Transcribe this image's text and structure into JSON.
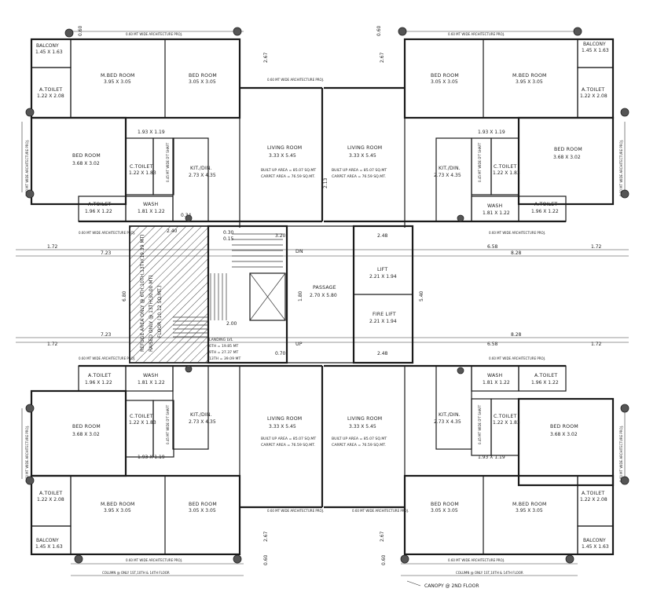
{
  "labels": {
    "balcony": "BALCONY",
    "balcony_size": "1.45 X 1.63",
    "m_bed": "M.BED ROOM",
    "m_bed_size": "3.95 X 3.05",
    "bed_small": "BED ROOM",
    "bed_small_size": "3.05 X 3.05",
    "a_toilet": "A.TOILET",
    "a_toilet_corner_size": "1.22 X 2.08",
    "bed_side": "BED ROOM",
    "bed_side_size": "3.68 X 3.02",
    "c_toilet": "C.TOILET",
    "c_toilet_size": "1.22 X 1.83",
    "a_toilet_small_size": "1.96 X 1.22",
    "wash": "WASH",
    "wash_size": "1.81 X 1.22",
    "kit": "KIT./DIN.",
    "kit_size": "2.73 X 4.35",
    "living": "LIVING ROOM",
    "living_size": "3.33 X 5.45",
    "built_up": "BUILT UP AREA = 85.07 SQ.MT",
    "carpet": "CARPET AREA = 76.59 SQ.MT.",
    "dim_1_93": "1.93 X 1.19",
    "passage": "PASSAGE",
    "passage_size": "2.70 X 5.80",
    "lift": "LIFT",
    "lift_size": "2.21 X 1.94",
    "fire_lift": "FIRE LIFT",
    "fire_lift_size": "2.21 X 1.94",
    "refuge": "REFUGE AREA ONLY @ 6TH,10TH,13TH(19.39 MT)",
    "refuge2": "RAISED ONLY @ 13TH(30.00 MT)",
    "refuge3": "FLOOR (10.12 SQ.MT.)",
    "up": "UP",
    "dn": "DN",
    "canopy": "CANOPY @ 2ND FLOOR",
    "arch_proj": "0.60 MT WIDE ARCHITECTURE PROJ.",
    "column_note": "COLUMN @ ONLY 1ST,10TH & 14TH FLOOR",
    "shaft": "0.45 MT WIDE D'T SHAFT",
    "d_1_72": "1.72",
    "d_7_23": "7.23",
    "d_6_58": "6.58",
    "d_8_28": "8.28",
    "d_6_80": "6.80",
    "d_2_48": "2.48",
    "d_3_20": "3.20",
    "d_2_00": "2.00",
    "d_0_30": "0.30",
    "d_0_15": "0.15",
    "d_0_70": "0.70",
    "d_2_67": "2.67",
    "d_0_60": "0.60",
    "d_0_34": "0.34",
    "d_1_80": "1.80",
    "d_2_13": "2.13",
    "d_5_40": "5.40",
    "d_2_40": "2.40",
    "floor1": "6TH = 19.85 MT",
    "floor2": "9TH = 27.37 MT",
    "floor3": "13TH = 39.09 MT",
    "landing": "LANDING LVL"
  }
}
